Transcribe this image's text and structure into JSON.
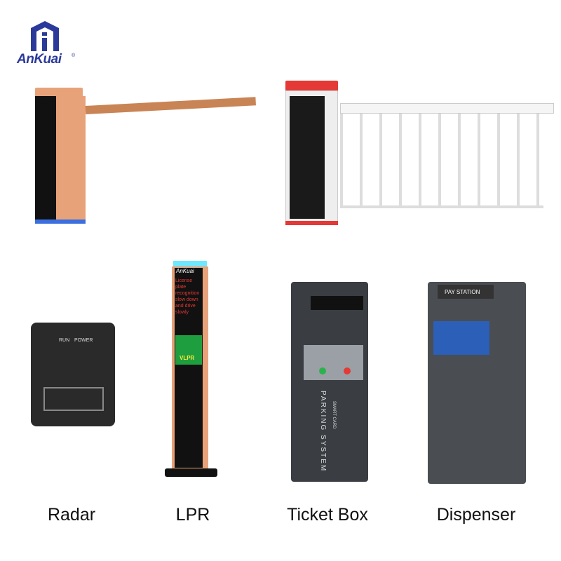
{
  "brand": {
    "name": "AnKuai",
    "registered": "®",
    "color": "#2b3a9a"
  },
  "products": [
    {
      "label": "Radar",
      "texts": [
        "RUN",
        "POWER"
      ]
    },
    {
      "label": "LPR",
      "texts": [
        "AnKuai",
        "License plate recognition slow down and drive slowly",
        "VLPR"
      ]
    },
    {
      "label": "Ticket Box",
      "texts": [
        "PARKING SYSTEM",
        "SMART CARD"
      ]
    },
    {
      "label": "Dispenser",
      "texts": [
        "PAY STATION"
      ]
    }
  ],
  "barriers": [
    {
      "type": "boom-barrier",
      "color": "#e8a27a"
    },
    {
      "type": "fence-barrier",
      "color": "#f2f2f2",
      "accent": "#e53935"
    }
  ]
}
